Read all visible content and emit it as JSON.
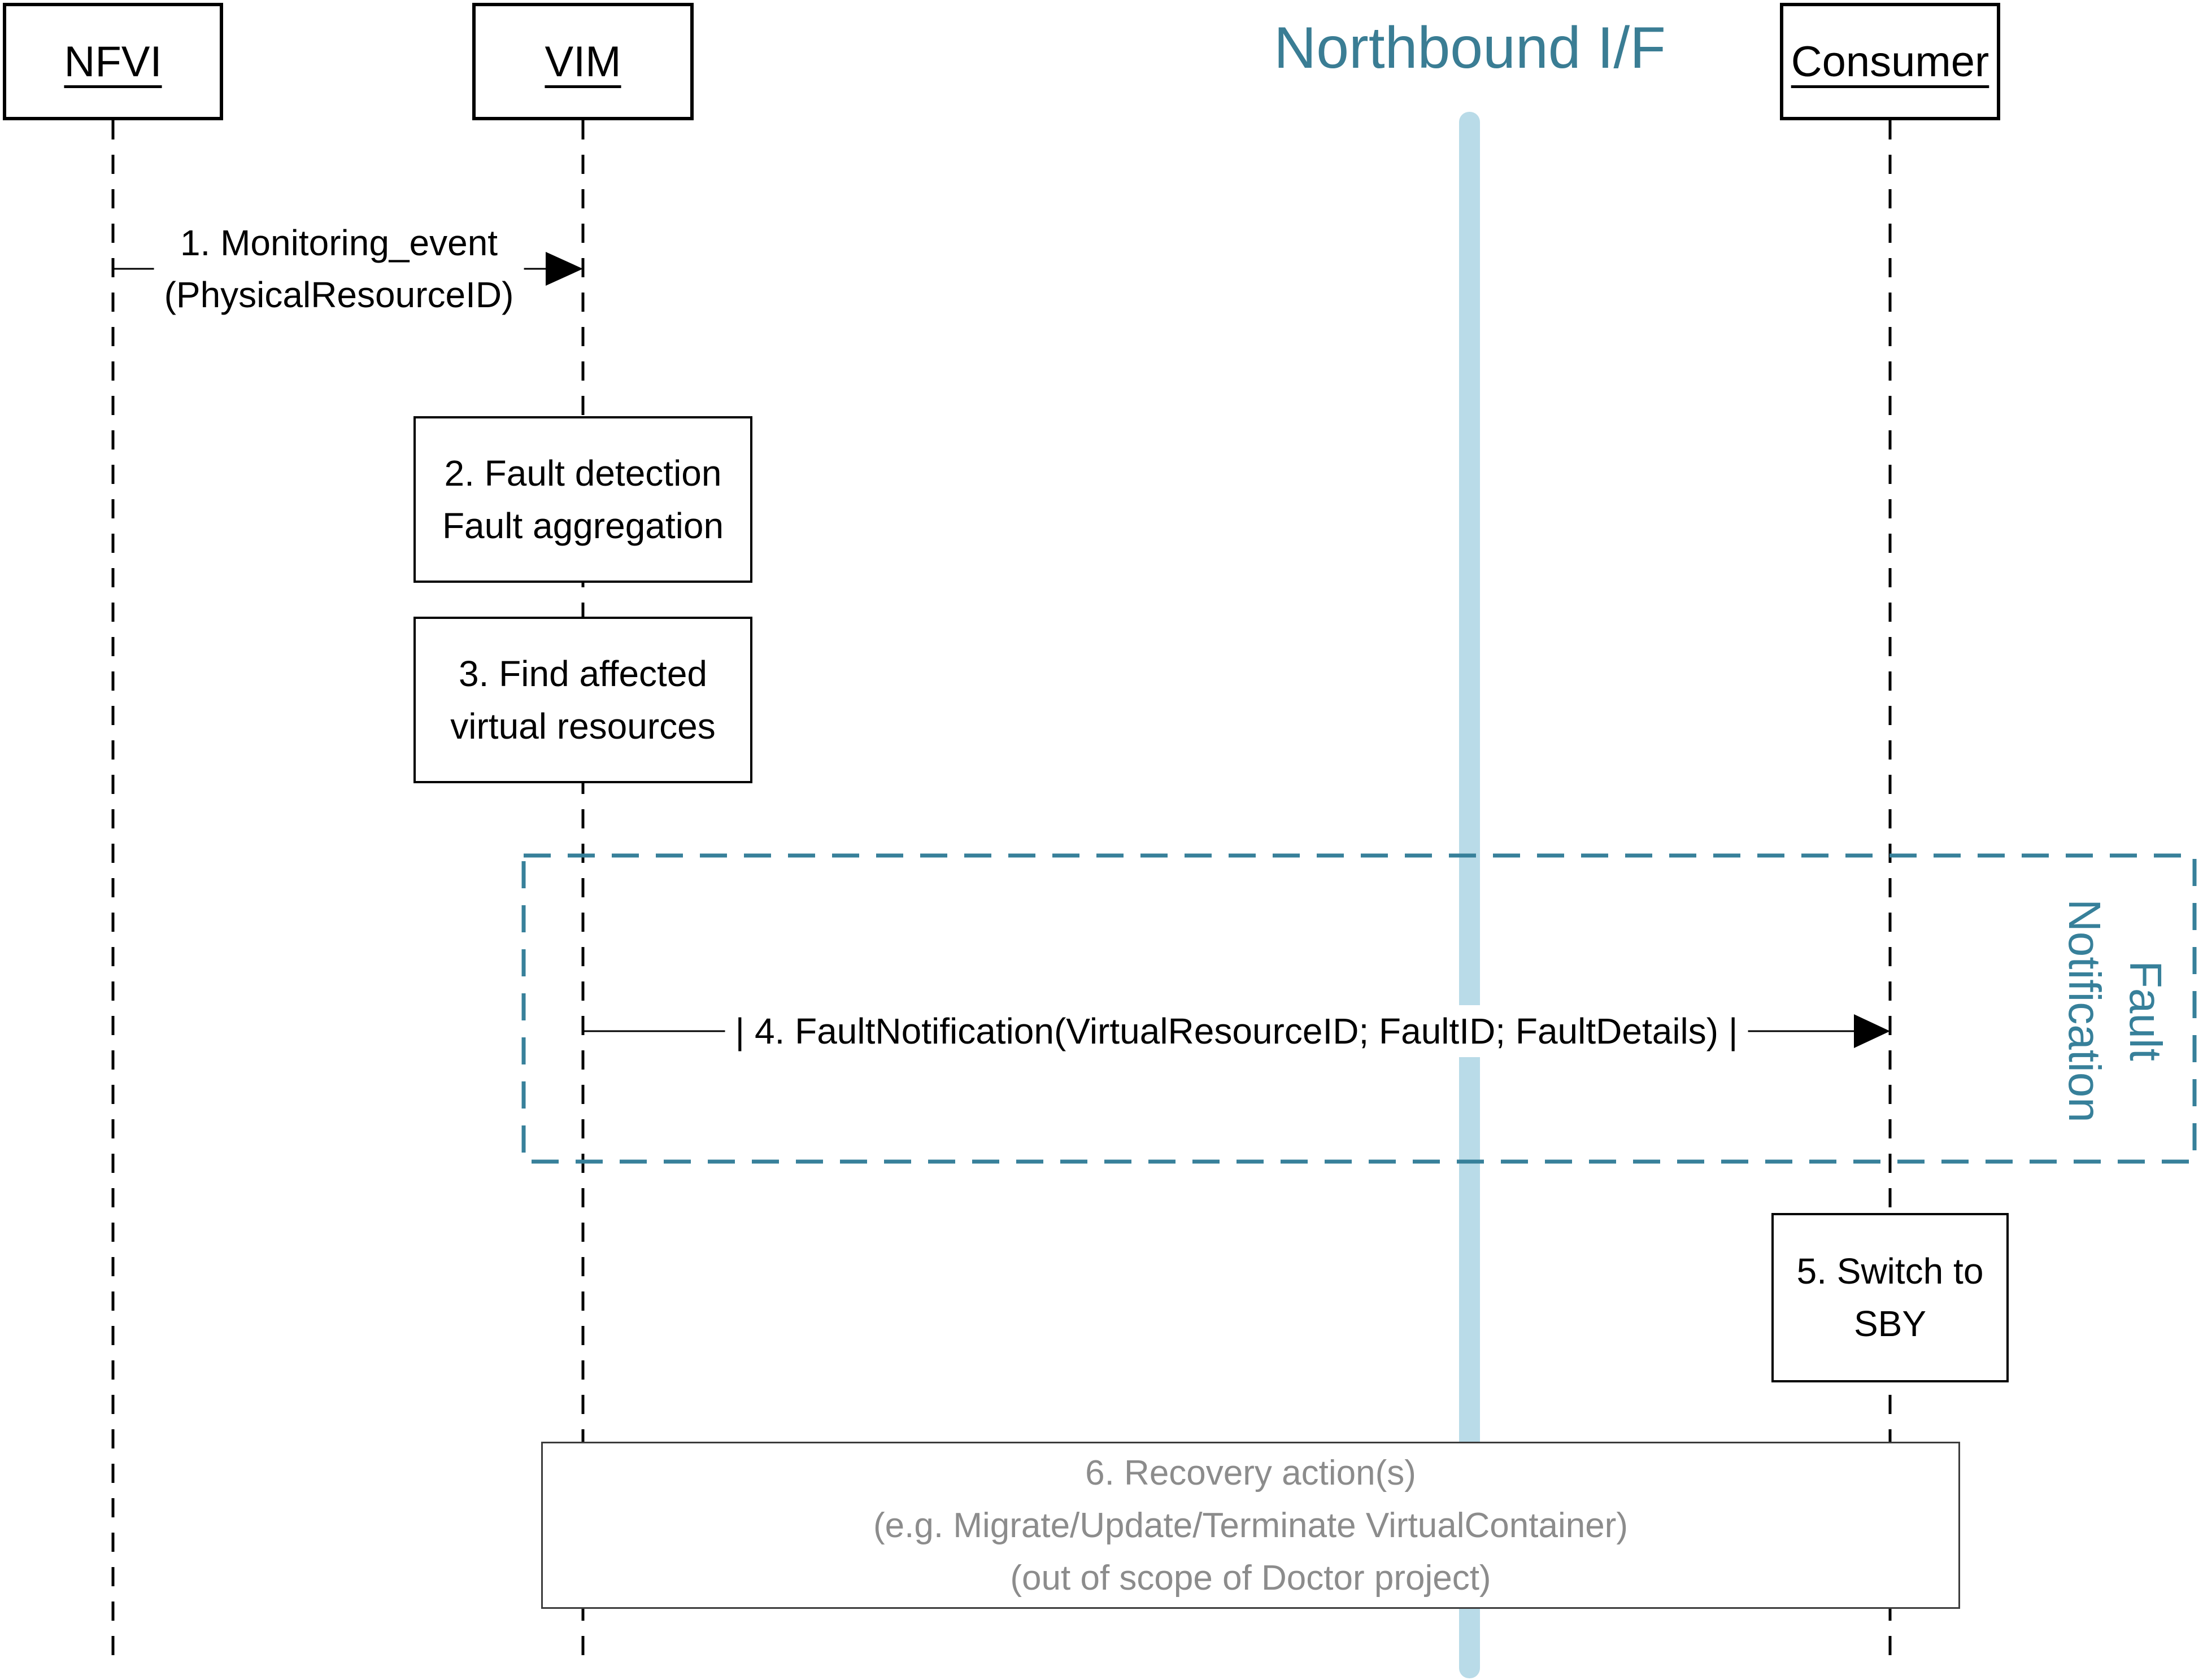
{
  "diagram_title": "Northbound I/F",
  "actors": [
    {
      "label": "NFVI"
    },
    {
      "label": "VIM"
    },
    {
      "label": "Consumer"
    }
  ],
  "messages": {
    "m1": {
      "line1": "1. Monitoring_event",
      "line2": "(PhysicalResourceID)"
    },
    "m4": {
      "label": "| 4. FaultNotification(VirtualResourceID; FaultID; FaultDetails) |"
    }
  },
  "activities": {
    "step2": {
      "line1": "2. Fault detection",
      "line2": "Fault aggregation"
    },
    "step3": {
      "line1": "3. Find affected",
      "line2": "virtual resources"
    },
    "step5": {
      "line1": "5. Switch to",
      "line2": "SBY"
    },
    "step6": {
      "line1": "6. Recovery action(s)",
      "line2": "(e.g. Migrate/Update/Terminate VirtualContainer)",
      "line3": "(out of scope of Doctor project)"
    }
  },
  "frame": {
    "label_line1": "Fault",
    "label_line2": "Notification"
  },
  "colors": {
    "teal_title": "#3A7D94",
    "teal_frame": "#37809A",
    "northbound_bar": "#B9DBE8",
    "recovery_text_gray": "#8C8C8C",
    "line_black": "#000000"
  }
}
